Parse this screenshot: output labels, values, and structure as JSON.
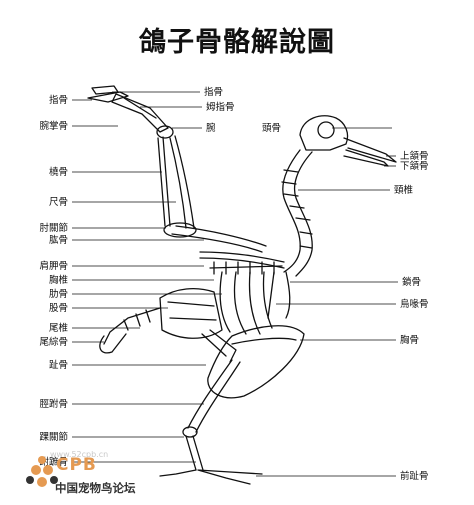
{
  "title": "鴿子骨骼解說圖",
  "labels_left": [
    {
      "id": "phalanges-left",
      "text": "指骨"
    },
    {
      "id": "carpometacarpus",
      "text": "腕掌骨"
    },
    {
      "id": "radius",
      "text": "橈骨"
    },
    {
      "id": "ulna",
      "text": "尺骨"
    },
    {
      "id": "elbow-joint",
      "text": "肘關節"
    },
    {
      "id": "humerus",
      "text": "肱骨"
    },
    {
      "id": "scapula",
      "text": "肩胛骨"
    },
    {
      "id": "thoracic-vertebrae",
      "text": "胸椎"
    },
    {
      "id": "ribs",
      "text": "肋骨"
    },
    {
      "id": "ilium",
      "text": "股骨"
    },
    {
      "id": "caudal-vertebrae",
      "text": "尾椎"
    },
    {
      "id": "pygostyle",
      "text": "尾綜骨"
    },
    {
      "id": "femur",
      "text": "趾骨"
    },
    {
      "id": "tibiotarsus",
      "text": "脛跗骨"
    },
    {
      "id": "ankle-joint",
      "text": "踝關節"
    },
    {
      "id": "tarsometatarsus",
      "text": "跗蹠骨"
    }
  ],
  "labels_right": [
    {
      "id": "phalanges-top",
      "text": "指骨"
    },
    {
      "id": "alula",
      "text": "姆指骨"
    },
    {
      "id": "wrist",
      "text": "腕"
    },
    {
      "id": "skull",
      "text": "頭骨"
    },
    {
      "id": "upper-mandible",
      "text": "上頷骨"
    },
    {
      "id": "lower-mandible",
      "text": "下頷骨"
    },
    {
      "id": "cervical-vertebrae",
      "text": "頸椎"
    },
    {
      "id": "clavicle",
      "text": "鎖骨"
    },
    {
      "id": "coracoid",
      "text": "烏喙骨"
    },
    {
      "id": "sternum",
      "text": "胸骨"
    },
    {
      "id": "front-toe",
      "text": "前趾骨"
    }
  ],
  "watermark": {
    "url": "www.52cpb.cn",
    "brand": "CPB",
    "name": "中国宠物鸟论坛",
    "colors": {
      "orange": "#e59a52",
      "dark": "#333333"
    }
  },
  "colors": {
    "ink": "#111111",
    "background": "#ffffff"
  }
}
